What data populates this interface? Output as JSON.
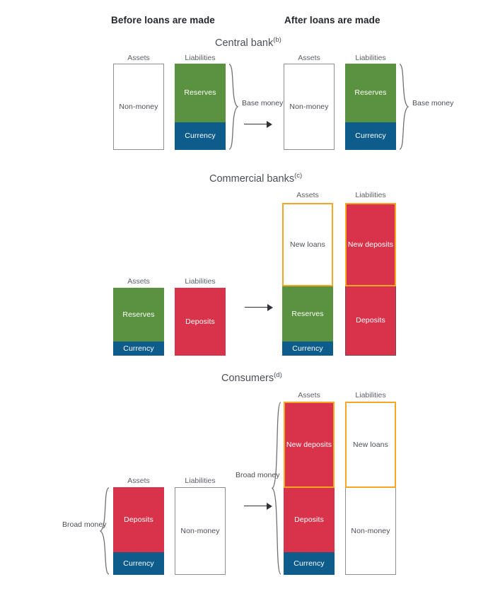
{
  "headers": {
    "before": "Before loans are made",
    "after": "After loans are made"
  },
  "captions": {
    "assets": "Assets",
    "liabilities": "Liabilities"
  },
  "labels": {
    "non_money": "Non-money",
    "reserves": "Reserves",
    "currency": "Currency",
    "deposits": "Deposits",
    "new_loans": "New loans",
    "new_deposits": "New deposits",
    "base_money": "Base money",
    "broad_money": "Broad money"
  },
  "colors": {
    "green_reserves": "#5a9240",
    "blue_currency": "#0d5c8c",
    "red_deposits": "#d8334a",
    "orange_outline": "#f5a623",
    "grey_border": "#8b8f94",
    "text_dark": "#23262b",
    "text_muted": "#4a4f56"
  },
  "sections": [
    {
      "id": "central-bank",
      "title": "Central bank",
      "note": "(b)",
      "brace_label": "Base money",
      "before": {
        "assets": [
          {
            "label": "Non-money",
            "style": "white"
          }
        ],
        "liabilities": [
          {
            "label": "Reserves",
            "style": "green"
          },
          {
            "label": "Currency",
            "style": "blue"
          }
        ]
      },
      "after": {
        "assets": [
          {
            "label": "Non-money",
            "style": "white"
          }
        ],
        "liabilities": [
          {
            "label": "Reserves",
            "style": "green"
          },
          {
            "label": "Currency",
            "style": "blue"
          }
        ]
      }
    },
    {
      "id": "commercial-banks",
      "title": "Commercial banks",
      "note": "(c)",
      "before": {
        "assets": [
          {
            "label": "Reserves",
            "style": "green"
          },
          {
            "label": "Currency",
            "style": "blue"
          }
        ],
        "liabilities": [
          {
            "label": "Deposits",
            "style": "red"
          }
        ]
      },
      "after": {
        "assets": [
          {
            "label": "New loans",
            "style": "white-orange"
          },
          {
            "label": "Reserves",
            "style": "green"
          },
          {
            "label": "Currency",
            "style": "blue"
          }
        ],
        "liabilities": [
          {
            "label": "New deposits",
            "style": "red-orange"
          },
          {
            "label": "Deposits",
            "style": "red"
          }
        ]
      }
    },
    {
      "id": "consumers",
      "title": "Consumers",
      "note": "(d)",
      "brace_label": "Broad money",
      "before": {
        "assets": [
          {
            "label": "Deposits",
            "style": "red"
          },
          {
            "label": "Currency",
            "style": "blue"
          }
        ],
        "liabilities": [
          {
            "label": "Non-money",
            "style": "white"
          }
        ]
      },
      "after": {
        "assets": [
          {
            "label": "New deposits",
            "style": "red-orange"
          },
          {
            "label": "Deposits",
            "style": "red"
          },
          {
            "label": "Currency",
            "style": "blue"
          }
        ],
        "liabilities": [
          {
            "label": "New loans",
            "style": "white-orange"
          },
          {
            "label": "Non-money",
            "style": "white"
          }
        ]
      }
    }
  ]
}
